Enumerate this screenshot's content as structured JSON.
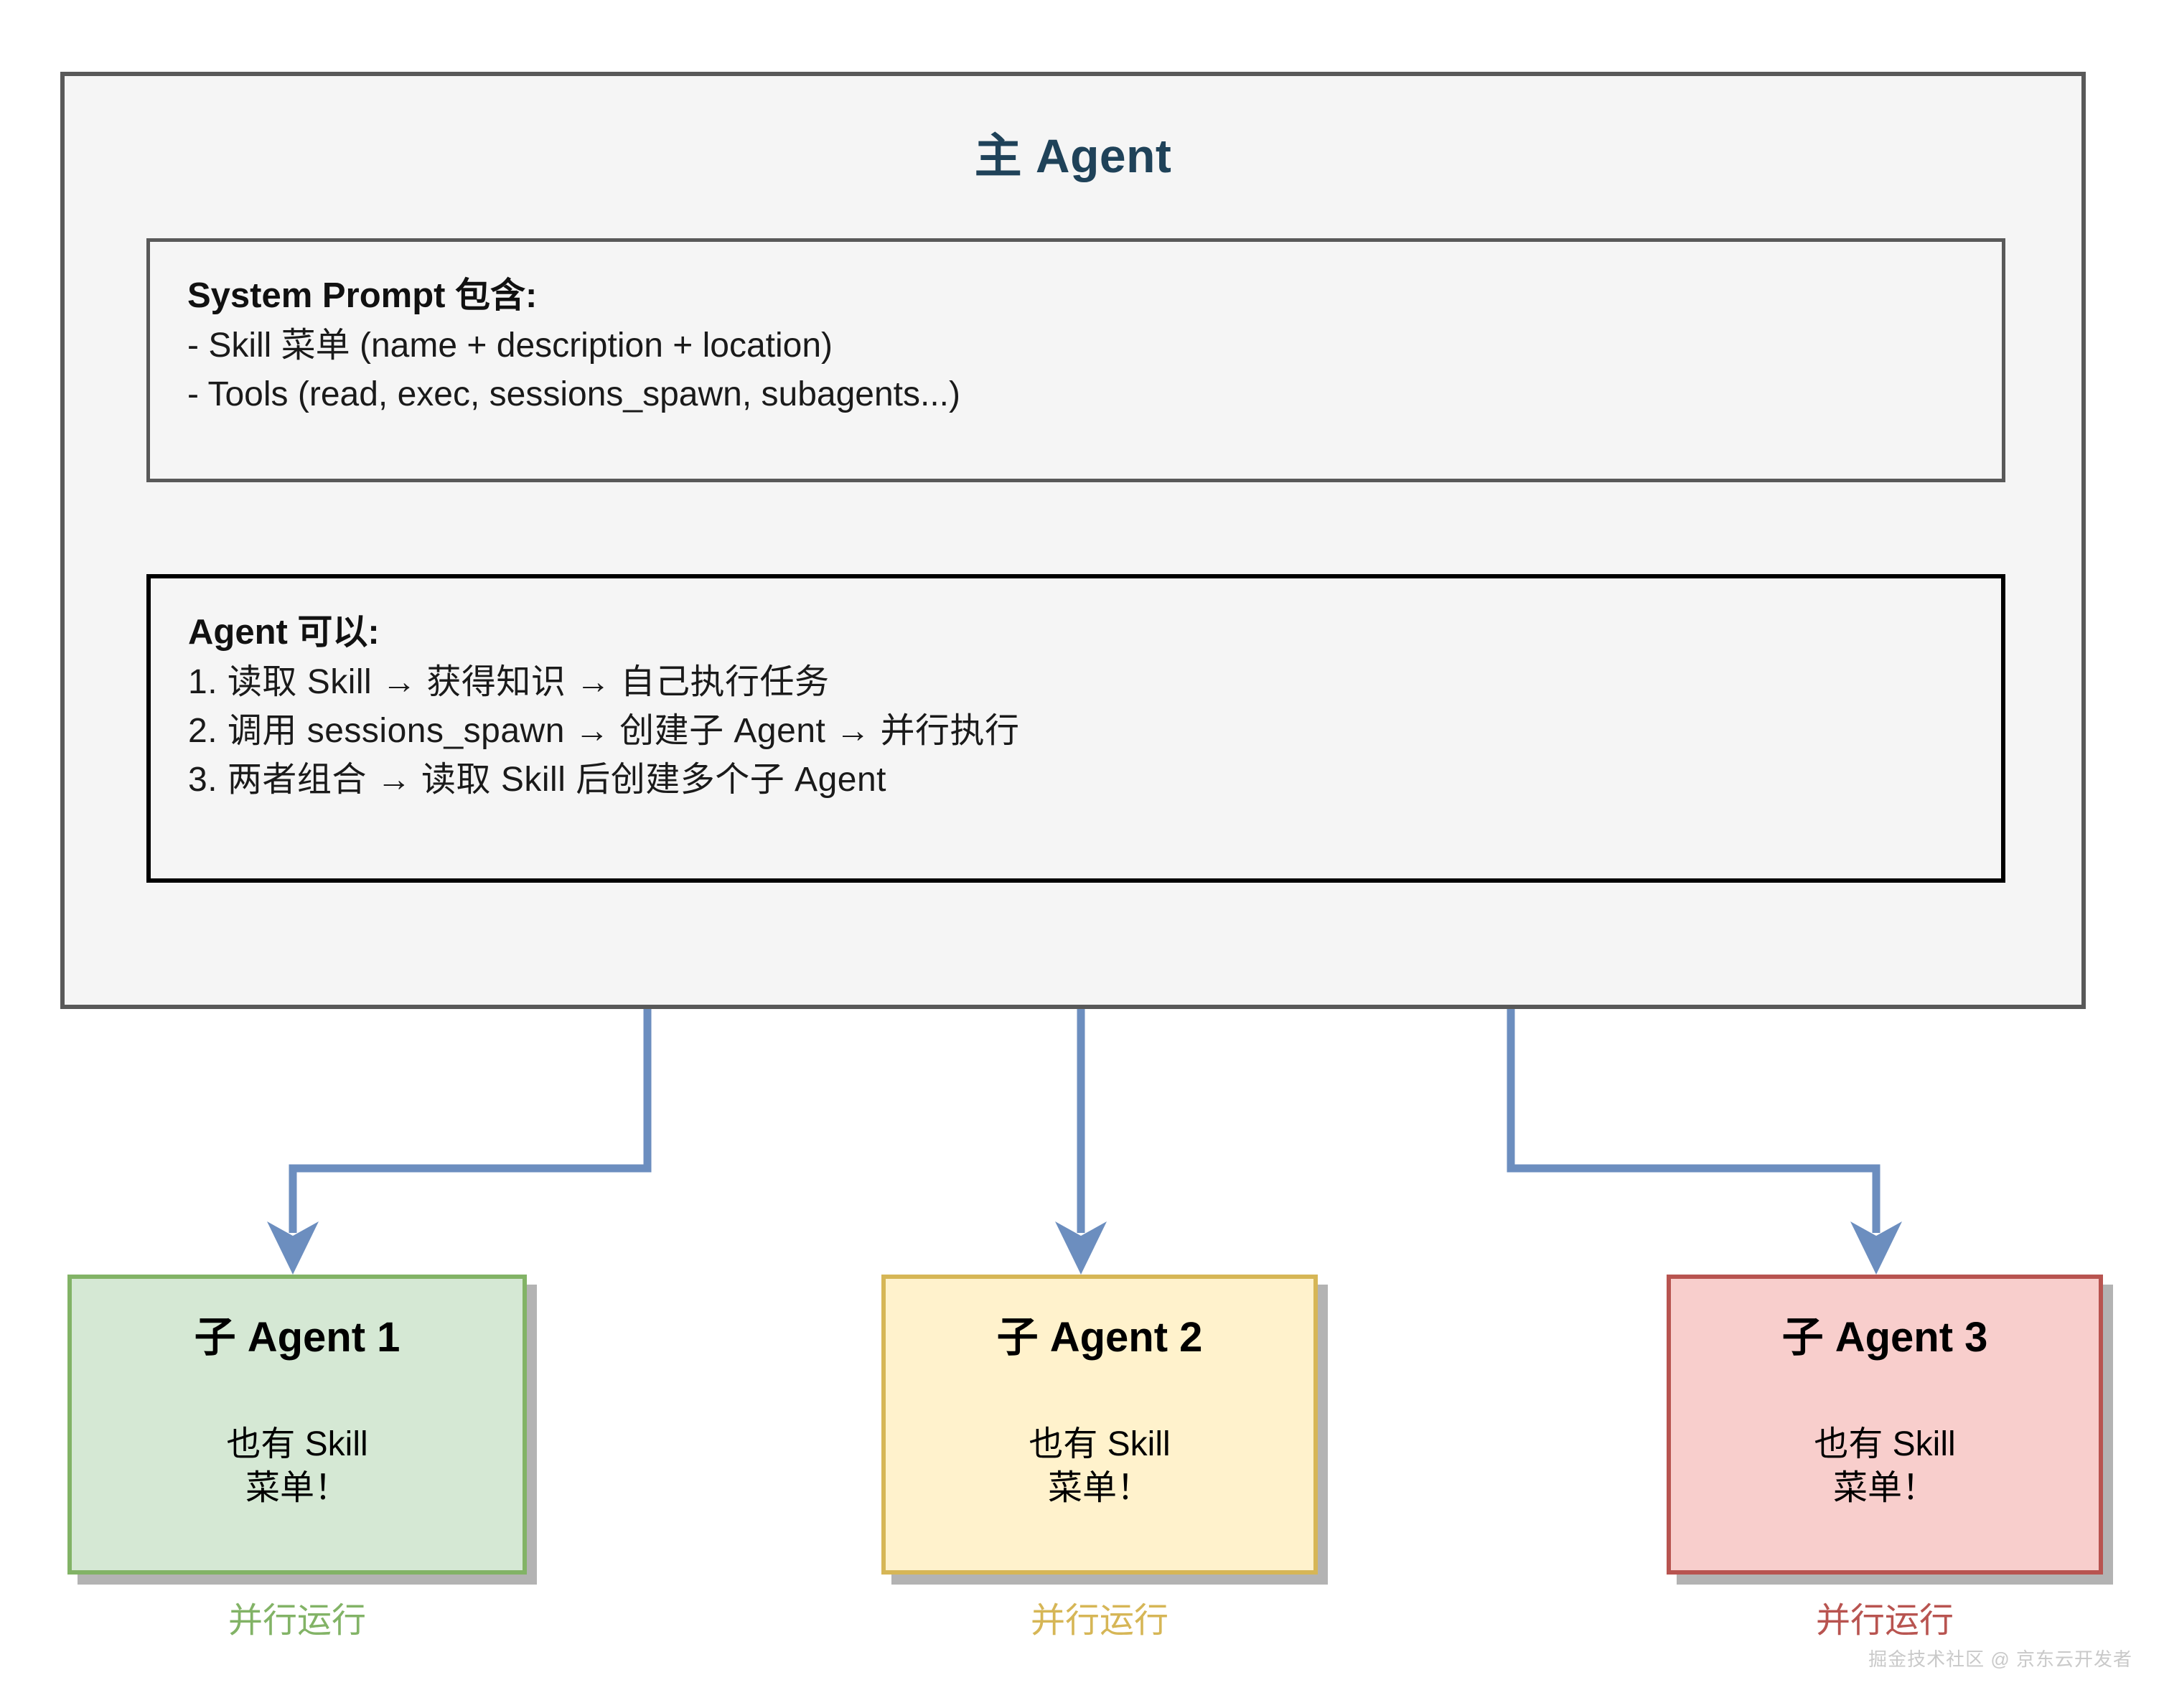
{
  "diagram": {
    "main_agent": {
      "title": "主 Agent",
      "title_color": "#1f4259",
      "fill": "#f5f5f5",
      "stroke": "#595959",
      "system_prompt_box": {
        "heading": "System Prompt 包含:",
        "lines": [
          "- Skill 菜单 (name + description + location)",
          "- Tools (read, exec, sessions_spawn, subagents...)"
        ],
        "stroke": "#595959"
      },
      "agent_can_box": {
        "heading": "Agent 可以:",
        "lines": [
          "1. 读取 Skill → 获得知识 → 自己执行任务",
          "2. 调用 sessions_spawn → 创建子 Agent → 并行执行",
          "3. 两者组合 → 读取 Skill 后创建多个子 Agent"
        ],
        "stroke": "#000000"
      }
    },
    "connector": {
      "color": "#6c8ebf",
      "arrow_name": "arrow-down-icon",
      "count": 3
    },
    "children": [
      {
        "title": "子 Agent 1",
        "subtitle": "也有 Skill\n菜单！",
        "subtitle_line1": "也有 Skill",
        "subtitle_line2": "菜单！",
        "caption": "并行运行",
        "fill": "#d5e8d4",
        "stroke": "#82b366"
      },
      {
        "title": "子 Agent 2",
        "subtitle_line1": "也有 Skill",
        "subtitle_line2": "菜单！",
        "caption": "并行运行",
        "fill": "#fff2cc",
        "stroke": "#d6b656"
      },
      {
        "title": "子 Agent 3",
        "subtitle_line1": "也有 Skill",
        "subtitle_line2": "菜单！",
        "caption": "并行运行",
        "fill": "#f8cecc",
        "stroke": "#b85450"
      }
    ],
    "watermark": "掘金技术社区 @ 京东云开发者"
  }
}
